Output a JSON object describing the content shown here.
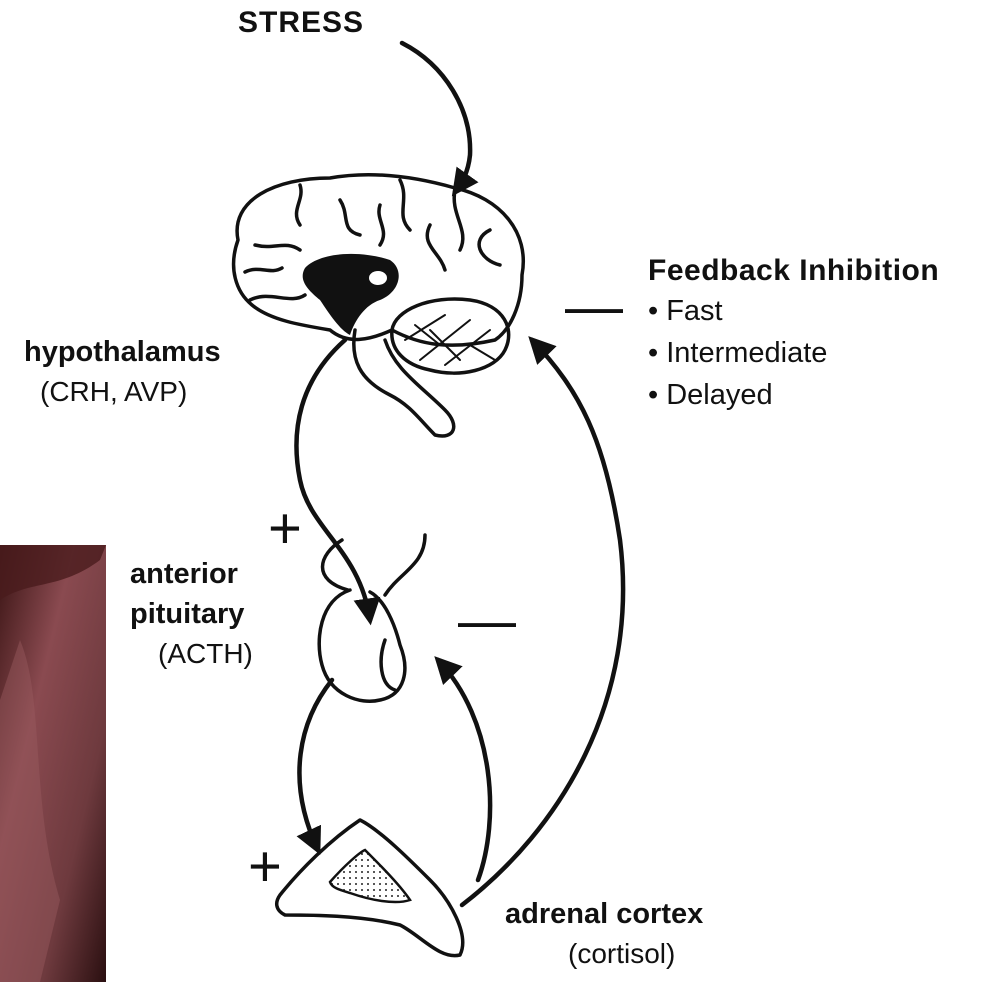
{
  "stress_label": "STRESS",
  "hypothalamus": {
    "name": "hypothalamus",
    "hormones": "(CRH, AVP)"
  },
  "pituitary": {
    "name_line1": "anterior",
    "name_line2": "pituitary",
    "hormone": "(ACTH)"
  },
  "adrenal": {
    "name": "adrenal cortex",
    "hormone": "(cortisol)"
  },
  "feedback": {
    "title": "Feedback Inhibition",
    "items": [
      "Fast",
      "Intermediate",
      "Delayed"
    ]
  },
  "signs": {
    "plus": "+",
    "minus": "—"
  },
  "colors": {
    "ink": "#111111",
    "photo_dark": "#3a1414",
    "photo_mid": "#7a3f42"
  }
}
